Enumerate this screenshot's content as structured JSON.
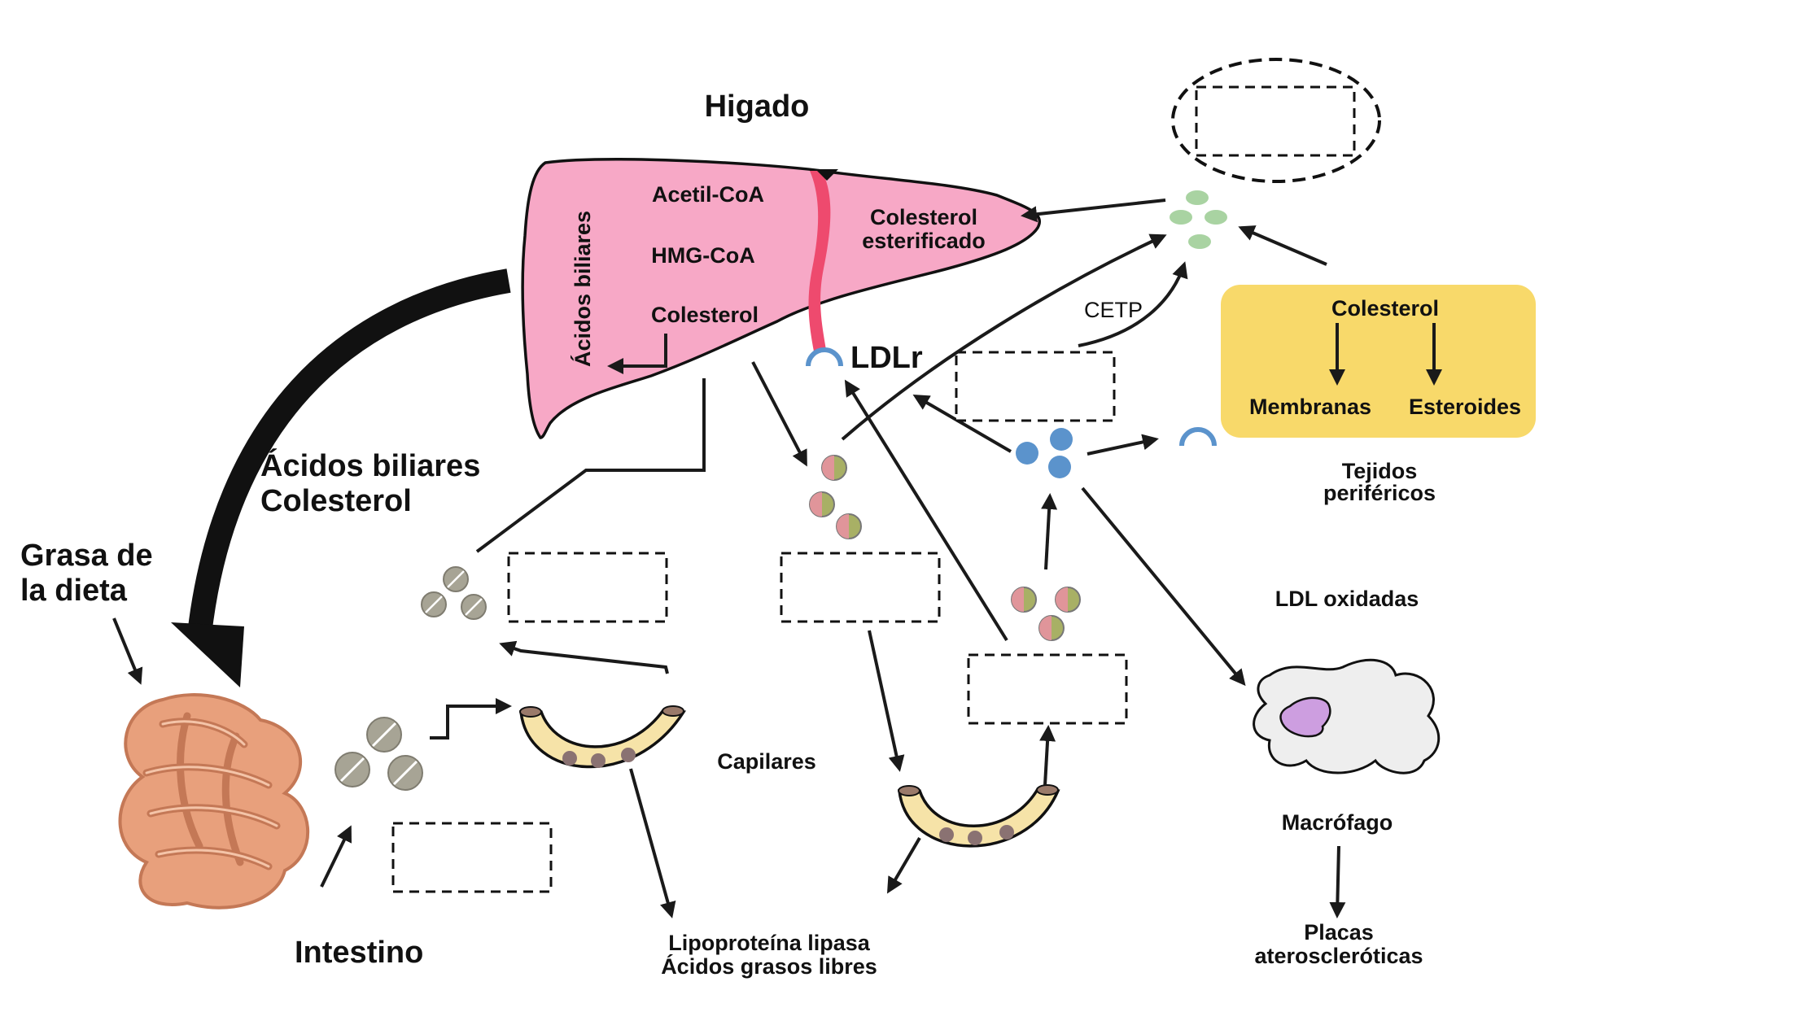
{
  "labels": {
    "liver_title": "Higado",
    "acetyl_coa": "Acetil-CoA",
    "hmg_coa": "HMG-CoA",
    "cholesterol_liver": "Colesterol",
    "bile_acids_liver": "Ácidos biliares",
    "esterified_line1": "Colesterol",
    "esterified_line2": "esterificado",
    "ldlr": "LDLr",
    "cetp": "CETP",
    "bile_line1": "Ácidos biliares",
    "bile_line2": "Colesterol",
    "diet_line1": "Grasa de",
    "diet_line2": "la dieta",
    "intestine": "Intestino",
    "capillaries": "Capilares",
    "lpl_line1": "Lipoproteína lipasa",
    "lpl_line2": "Ácidos grasos libres",
    "peripheral_cholesterol": "Colesterol",
    "membranes": "Membranas",
    "steroids": "Esteroides",
    "tissues_line1": "Tejidos",
    "tissues_line2": "periféricos",
    "oxidized_ldl": "LDL oxidadas",
    "macrophage": "Macrófago",
    "plaques_line1": "Placas",
    "plaques_line2": "ateroscleróticas"
  },
  "colors": {
    "liver_fill": "#f7a8c6",
    "liver_ligament": "#ee4a6e",
    "peripheral_box": "#f8d96a",
    "capillary_fill": "#f6e3a8",
    "hdl_particle": "#a9d3a2",
    "ldl_particle": "#5b93cc",
    "receptor": "#5b93cc",
    "intestine_fill": "#e8a07c",
    "macrophage_fill": "#eeeeee",
    "nucleus_fill": "#cd9ee0"
  },
  "icons": [
    "liver-shape",
    "intestine-icon",
    "capillary-icon",
    "macrophage-icon",
    "ldl-receptor-icon",
    "lipoprotein-particle"
  ]
}
